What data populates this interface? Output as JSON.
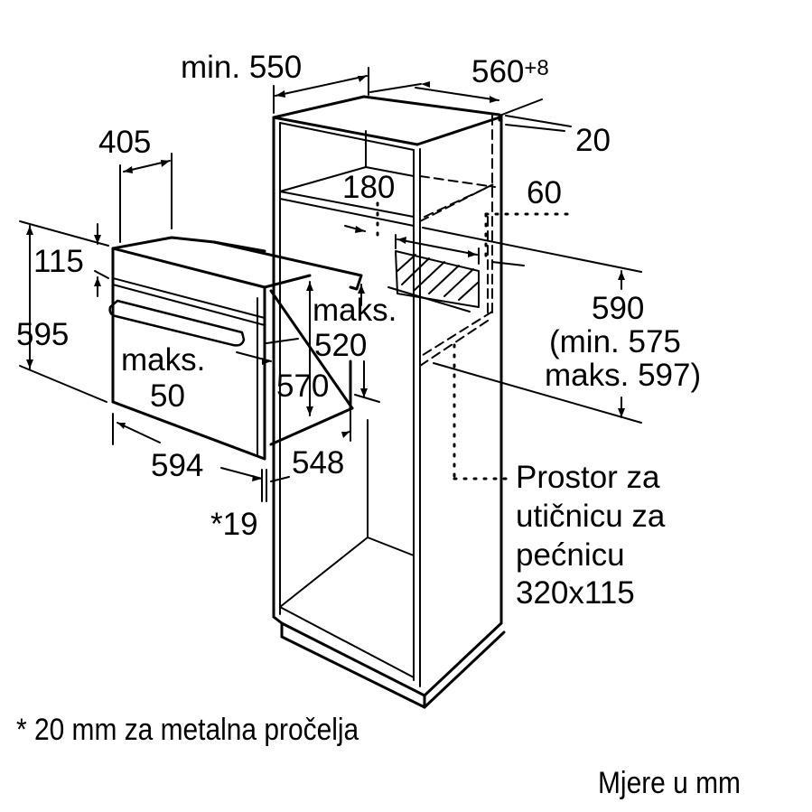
{
  "diagram": {
    "title": "Built-in oven installation dimensions (tall cabinet)",
    "units_note": "Mjere u mm",
    "footnote": "* 20 mm za metalna pročelja",
    "dimensions": {
      "cabinet_depth": "min. 550",
      "cabinet_width": "560",
      "cabinet_width_tolerance": "+8",
      "side_panel_offset": "20",
      "ventilation_top": "180",
      "socket_offset": "60",
      "opening_height": "590",
      "opening_height_range_min": "(min. 575",
      "opening_height_range_max": "maks. 597)",
      "oven_depth_handle": "405",
      "control_panel_height": "115",
      "oven_height": "595",
      "door_gap_label": "maks.",
      "door_gap_value": "50",
      "oven_width": "594",
      "oven_body_height": "570",
      "oven_body_depth_label": "maks.",
      "oven_body_depth_value": "520",
      "oven_body_width": "548",
      "front_thickness": "*19"
    },
    "socket_callout": {
      "line1": "Prostor za",
      "line2": "utičnicu za",
      "line3": "pećnicu",
      "line4": "320x115"
    }
  }
}
